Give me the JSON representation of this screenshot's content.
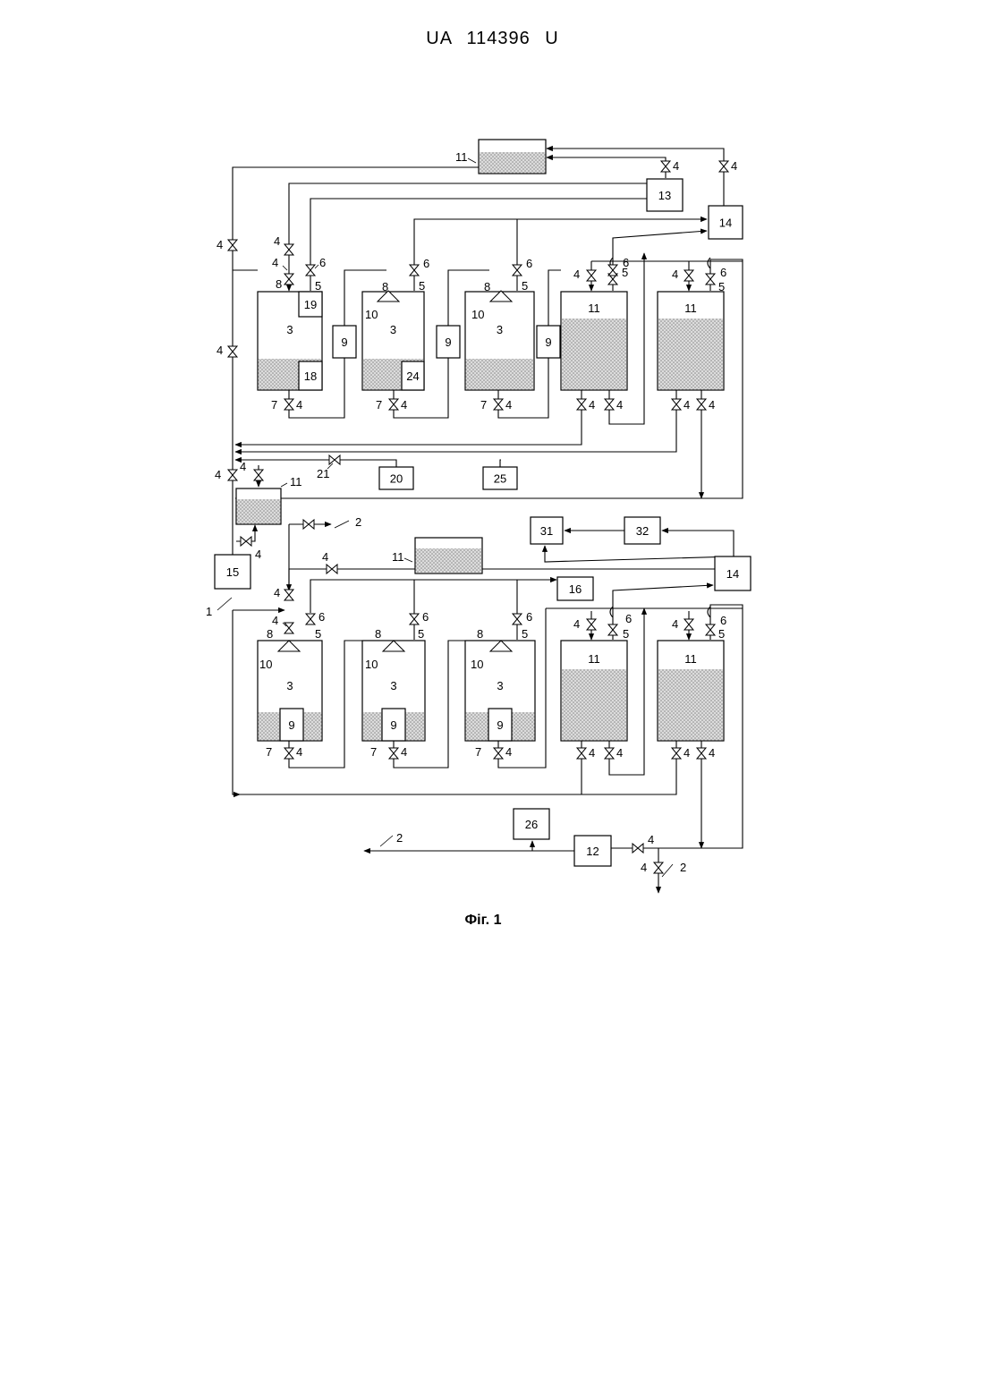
{
  "header": {
    "text": "UA   114396   U"
  },
  "caption": "Фіг. 1",
  "diagram": {
    "fill_color": "#cfcfcf",
    "line_color": "#000000",
    "labels": {
      "n1": "1",
      "n2": "2",
      "n3": "3",
      "n4": "4",
      "n5": "5",
      "n6": "6",
      "n7": "7",
      "n8": "8",
      "n9": "9",
      "n10": "10",
      "n11": "11",
      "n12": "12",
      "n13": "13",
      "n14": "14",
      "n15": "15",
      "n16": "16",
      "n18": "18",
      "n19": "19",
      "n20": "20",
      "n21": "21",
      "n24": "24",
      "n25": "25",
      "n26": "26",
      "n31": "31",
      "n32": "32"
    }
  }
}
